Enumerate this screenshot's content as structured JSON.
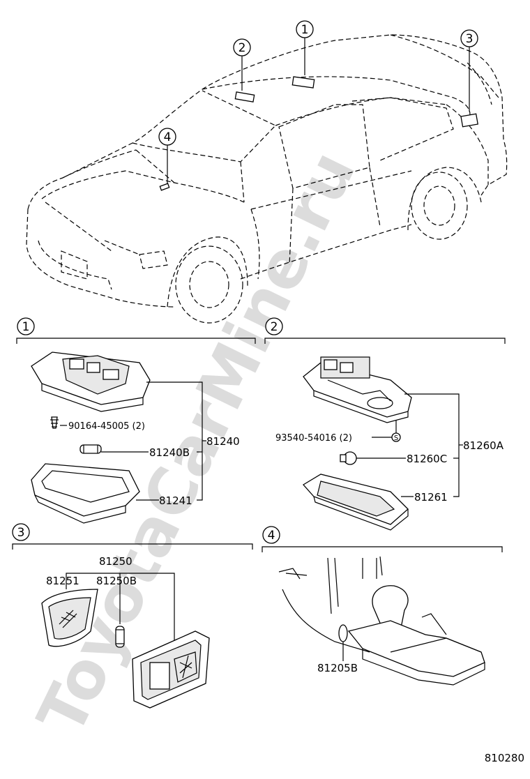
{
  "watermark": "ToyotaCarMine.ru",
  "diagram_code": "810280",
  "callouts": [
    "1",
    "2",
    "3",
    "4"
  ],
  "section1": {
    "number": "1",
    "assembly": "81240",
    "screw": "90164-45005 (2)",
    "bulb": "81240B",
    "lens": "81241"
  },
  "section2": {
    "number": "2",
    "assembly": "81260A",
    "screw": "93540-54016 (2)",
    "bulb": "81260C",
    "lens": "81261"
  },
  "section3": {
    "number": "3",
    "assembly": "81250",
    "lens": "81251",
    "bulb": "81250B"
  },
  "section4": {
    "number": "4",
    "bulb": "81205B"
  },
  "icons": {
    "screw_symbol": "S"
  }
}
